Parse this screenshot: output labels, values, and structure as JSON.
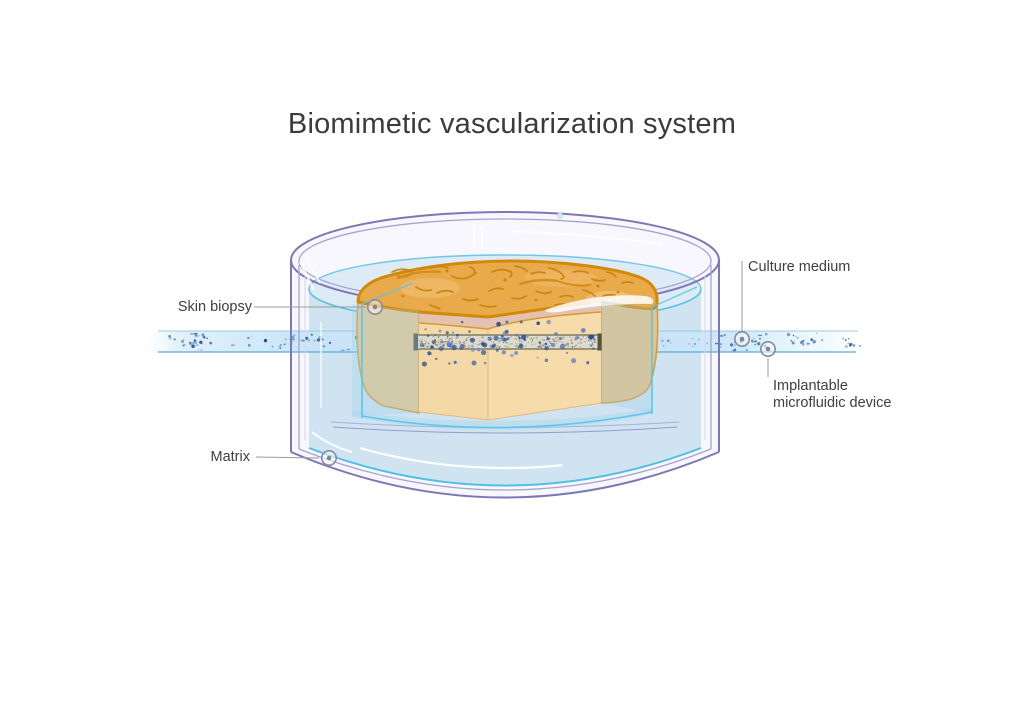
{
  "title": "Biomimetic vascularization system",
  "labels": {
    "skin_biopsy": "Skin biopsy",
    "culture_medium": "Culture medium",
    "implantable_device": "Implantable microfluidic device",
    "matrix": "Matrix"
  },
  "colors": {
    "text": "#3F3F3F",
    "title_text": "#3B3B3B",
    "leader_line": "#9B9B9B",
    "marker_ring": "#8A8A98",
    "marker_dot": "#83838F",
    "glass_outline": "#7E77B7",
    "glass_inner_line": "#A8A2D2",
    "glass_tint": "#F7F7FD",
    "medium_fill": "#CFE3F1",
    "medium_surface": "#DCEBF6",
    "medium_edge_cyan": "#5CC2E6",
    "matrix_edge": "#55C4EA",
    "matrix_tint": "#9CCFEC",
    "biopsy_top": "#E9AA4C",
    "biopsy_outline": "#D28A06",
    "biopsy_texture": "#C9830D",
    "biopsy_cut_face": "#F4D8A6",
    "biopsy_side": "#ECC98C",
    "epidermis_pink": "#E3C2B2",
    "tissue_channel_fill": "#DCDBCE",
    "tissue_channel_outline": "#6F6F50",
    "tissue_channel_stipple": "#8F8A74",
    "cell_blue": "#4A71BA",
    "flow_band": "#C6E2F5",
    "flow_particle": "#33619F"
  }
}
